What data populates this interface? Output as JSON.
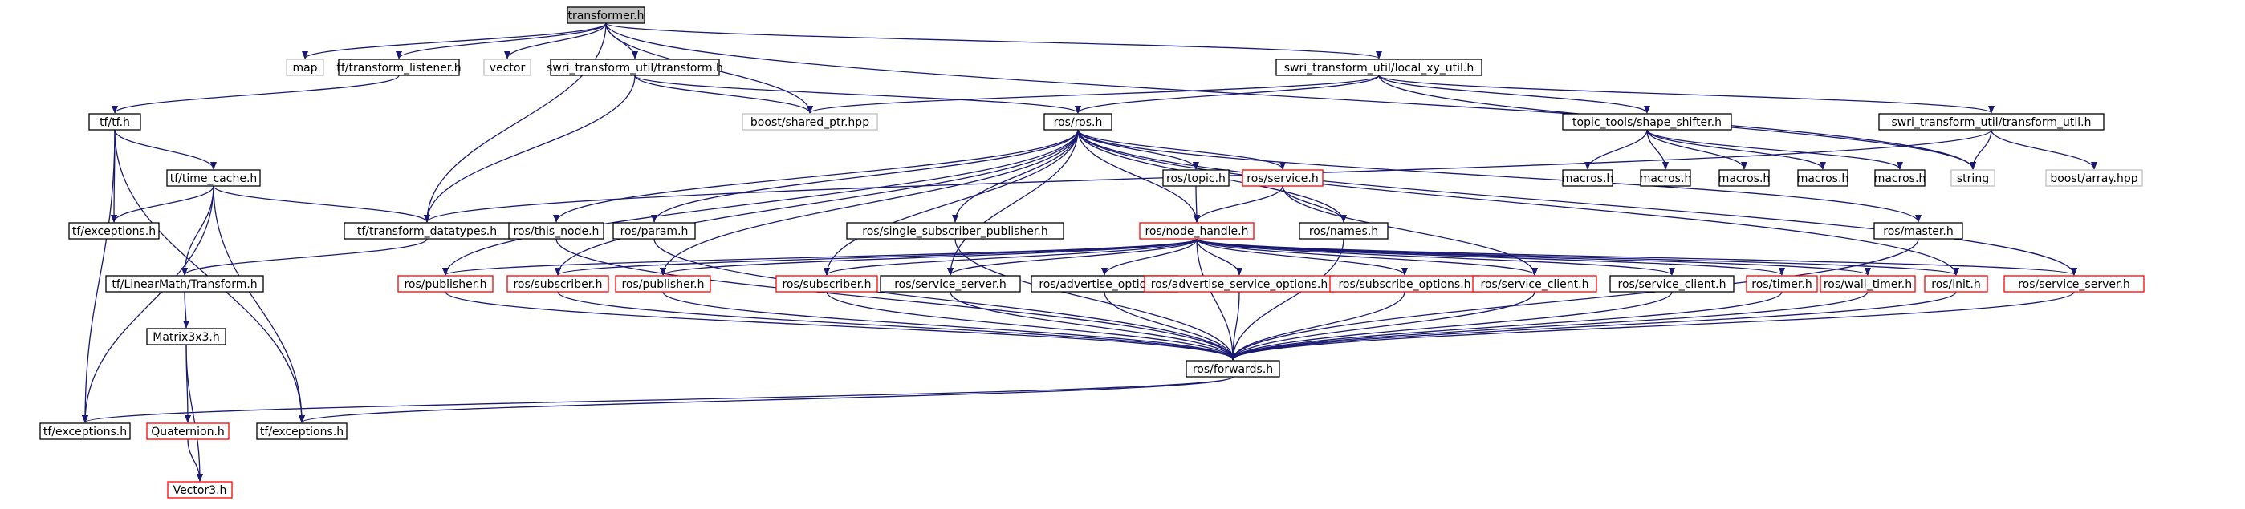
{
  "colors": {
    "edge": "#191970",
    "root_fill": "#bfbfbf",
    "root_border": "#000000",
    "normal_border": "#000000",
    "red_border": "#ff0000",
    "grey_border": "#bfbfbf",
    "grey_text": "#808080"
  },
  "nodes": [
    {
      "id": "transformer",
      "label": "transformer.h",
      "style": "root"
    },
    {
      "id": "map",
      "label": "map",
      "style": "grey"
    },
    {
      "id": "tf_listener",
      "label": "tf/transform_listener.h",
      "style": "normal"
    },
    {
      "id": "vector",
      "label": "vector",
      "style": "grey"
    },
    {
      "id": "swri_transform",
      "label": "swri_transform_util/transform.h",
      "style": "normal"
    },
    {
      "id": "swri_local_xy",
      "label": "swri_transform_util/local_xy_util.h",
      "style": "normal"
    },
    {
      "id": "tf_tf",
      "label": "tf/tf.h",
      "style": "normal"
    },
    {
      "id": "boost_shared",
      "label": "boost/shared_ptr.hpp",
      "style": "grey"
    },
    {
      "id": "ros_ros",
      "label": "ros/ros.h",
      "style": "normal"
    },
    {
      "id": "shape_shifter",
      "label": "topic_tools/shape_shifter.h",
      "style": "normal"
    },
    {
      "id": "swri_transform_util",
      "label": "swri_transform_util/transform_util.h",
      "style": "normal"
    },
    {
      "id": "tf_time_cache",
      "label": "tf/time_cache.h",
      "style": "normal"
    },
    {
      "id": "ros_topic",
      "label": "ros/topic.h",
      "style": "normal"
    },
    {
      "id": "ros_service",
      "label": "ros/service.h",
      "style": "red"
    },
    {
      "id": "macros1",
      "label": "macros.h",
      "style": "normal"
    },
    {
      "id": "macros2",
      "label": "macros.h",
      "style": "normal"
    },
    {
      "id": "macros3",
      "label": "macros.h",
      "style": "normal"
    },
    {
      "id": "macros4",
      "label": "macros.h",
      "style": "normal"
    },
    {
      "id": "macros5",
      "label": "macros.h",
      "style": "normal"
    },
    {
      "id": "string",
      "label": "string",
      "style": "grey"
    },
    {
      "id": "boost_array",
      "label": "boost/array.hpp",
      "style": "grey"
    },
    {
      "id": "tf_exceptions_a",
      "label": "tf/exceptions.h",
      "style": "normal"
    },
    {
      "id": "tf_transform_datatypes",
      "label": "tf/transform_datatypes.h",
      "style": "normal"
    },
    {
      "id": "ros_this_node",
      "label": "ros/this_node.h",
      "style": "normal"
    },
    {
      "id": "ros_param",
      "label": "ros/param.h",
      "style": "normal"
    },
    {
      "id": "ros_single_sub_pub",
      "label": "ros/single_subscriber_publisher.h",
      "style": "normal"
    },
    {
      "id": "ros_node_handle",
      "label": "ros/node_handle.h",
      "style": "red"
    },
    {
      "id": "ros_names",
      "label": "ros/names.h",
      "style": "normal"
    },
    {
      "id": "ros_master",
      "label": "ros/master.h",
      "style": "normal"
    },
    {
      "id": "tf_linearmath",
      "label": "tf/LinearMath/Transform.h",
      "style": "normal"
    },
    {
      "id": "ros_publisher_a",
      "label": "ros/publisher.h",
      "style": "red"
    },
    {
      "id": "ros_subscriber_a",
      "label": "ros/subscriber.h",
      "style": "red"
    },
    {
      "id": "ros_publisher_b",
      "label": "ros/publisher.h",
      "style": "red"
    },
    {
      "id": "ros_subscriber_b",
      "label": "ros/subscriber.h",
      "style": "red"
    },
    {
      "id": "ros_service_server_a",
      "label": "ros/service_server.h",
      "style": "normal"
    },
    {
      "id": "ros_advertise_options",
      "label": "ros/advertise_options.h",
      "style": "normal"
    },
    {
      "id": "ros_adv_service_options",
      "label": "ros/advertise_service_options.h",
      "style": "red"
    },
    {
      "id": "ros_subscribe_options",
      "label": "ros/subscribe_options.h",
      "style": "red"
    },
    {
      "id": "ros_service_client_a",
      "label": "ros/service_client.h",
      "style": "red"
    },
    {
      "id": "ros_service_client_b",
      "label": "ros/service_client.h",
      "style": "normal"
    },
    {
      "id": "ros_timer",
      "label": "ros/timer.h",
      "style": "red"
    },
    {
      "id": "ros_wall_timer",
      "label": "ros/wall_timer.h",
      "style": "red"
    },
    {
      "id": "ros_init",
      "label": "ros/init.h",
      "style": "red"
    },
    {
      "id": "ros_service_server_b",
      "label": "ros/service_server.h",
      "style": "red"
    },
    {
      "id": "matrix3x3",
      "label": "Matrix3x3.h",
      "style": "normal"
    },
    {
      "id": "ros_forwards",
      "label": "ros/forwards.h",
      "style": "normal"
    },
    {
      "id": "tf_exceptions_b",
      "label": "tf/exceptions.h",
      "style": "normal"
    },
    {
      "id": "quaternion",
      "label": "Quaternion.h",
      "style": "red"
    },
    {
      "id": "tf_exceptions_c",
      "label": "tf/exceptions.h",
      "style": "normal"
    },
    {
      "id": "vector3",
      "label": "Vector3.h",
      "style": "red"
    }
  ],
  "edges": [
    [
      "transformer",
      "map"
    ],
    [
      "transformer",
      "tf_listener"
    ],
    [
      "transformer",
      "vector"
    ],
    [
      "transformer",
      "swri_transform"
    ],
    [
      "transformer",
      "swri_local_xy"
    ],
    [
      "transformer",
      "boost_shared"
    ],
    [
      "transformer",
      "tf_transform_datatypes"
    ],
    [
      "transformer",
      "string"
    ],
    [
      "tf_listener",
      "tf_tf"
    ],
    [
      "swri_transform",
      "boost_shared"
    ],
    [
      "swri_transform",
      "ros_ros"
    ],
    [
      "swri_transform",
      "tf_transform_datatypes"
    ],
    [
      "swri_local_xy",
      "boost_shared"
    ],
    [
      "swri_local_xy",
      "ros_ros"
    ],
    [
      "swri_local_xy",
      "shape_shifter"
    ],
    [
      "swri_local_xy",
      "swri_transform_util"
    ],
    [
      "swri_local_xy",
      "string"
    ],
    [
      "tf_tf",
      "tf_time_cache"
    ],
    [
      "tf_tf",
      "tf_exceptions_a"
    ],
    [
      "tf_tf",
      "tf_exceptions_b"
    ],
    [
      "tf_tf",
      "tf_exceptions_c"
    ],
    [
      "tf_time_cache",
      "tf_exceptions_a"
    ],
    [
      "tf_time_cache",
      "tf_transform_datatypes"
    ],
    [
      "tf_time_cache",
      "tf_linearmath"
    ],
    [
      "tf_time_cache",
      "tf_exceptions_b"
    ],
    [
      "tf_time_cache",
      "tf_exceptions_c"
    ],
    [
      "shape_shifter",
      "macros1"
    ],
    [
      "shape_shifter",
      "macros2"
    ],
    [
      "shape_shifter",
      "macros3"
    ],
    [
      "shape_shifter",
      "macros4"
    ],
    [
      "shape_shifter",
      "macros5"
    ],
    [
      "swri_transform_util",
      "string"
    ],
    [
      "swri_transform_util",
      "boost_array"
    ],
    [
      "swri_transform_util",
      "tf_transform_datatypes"
    ],
    [
      "ros_ros",
      "ros_topic"
    ],
    [
      "ros_ros",
      "ros_service"
    ],
    [
      "ros_ros",
      "ros_this_node"
    ],
    [
      "ros_ros",
      "ros_param"
    ],
    [
      "ros_ros",
      "ros_single_sub_pub"
    ],
    [
      "ros_ros",
      "ros_node_handle"
    ],
    [
      "ros_ros",
      "ros_names"
    ],
    [
      "ros_ros",
      "ros_master"
    ],
    [
      "ros_ros",
      "ros_publisher_a"
    ],
    [
      "ros_ros",
      "ros_subscriber_a"
    ],
    [
      "ros_ros",
      "ros_publisher_b"
    ],
    [
      "ros_ros",
      "ros_subscriber_b"
    ],
    [
      "ros_ros",
      "ros_service_server_a"
    ],
    [
      "ros_ros",
      "ros_init"
    ],
    [
      "ros_ros",
      "ros_service_server_b"
    ],
    [
      "ros_topic",
      "ros_node_handle"
    ],
    [
      "ros_service",
      "ros_node_handle"
    ],
    [
      "ros_service",
      "ros_names"
    ],
    [
      "ros_service",
      "ros_service_client_a"
    ],
    [
      "tf_transform_datatypes",
      "tf_linearmath"
    ],
    [
      "ros_this_node",
      "ros_forwards"
    ],
    [
      "ros_param",
      "ros_forwards"
    ],
    [
      "ros_single_sub_pub",
      "ros_forwards"
    ],
    [
      "ros_names",
      "ros_forwards"
    ],
    [
      "ros_master",
      "ros_forwards"
    ],
    [
      "ros_node_handle",
      "ros_forwards"
    ],
    [
      "ros_node_handle",
      "ros_publisher_a"
    ],
    [
      "ros_node_handle",
      "ros_subscriber_a"
    ],
    [
      "ros_node_handle",
      "ros_publisher_b"
    ],
    [
      "ros_node_handle",
      "ros_subscriber_b"
    ],
    [
      "ros_node_handle",
      "ros_service_server_a"
    ],
    [
      "ros_node_handle",
      "ros_advertise_options"
    ],
    [
      "ros_node_handle",
      "ros_adv_service_options"
    ],
    [
      "ros_node_handle",
      "ros_subscribe_options"
    ],
    [
      "ros_node_handle",
      "ros_service_client_a"
    ],
    [
      "ros_node_handle",
      "ros_service_client_b"
    ],
    [
      "ros_node_handle",
      "ros_timer"
    ],
    [
      "ros_node_handle",
      "ros_wall_timer"
    ],
    [
      "ros_node_handle",
      "ros_init"
    ],
    [
      "ros_node_handle",
      "ros_service_server_b"
    ],
    [
      "tf_linearmath",
      "matrix3x3"
    ],
    [
      "ros_publisher_a",
      "ros_forwards"
    ],
    [
      "ros_subscriber_a",
      "ros_forwards"
    ],
    [
      "ros_publisher_b",
      "ros_forwards"
    ],
    [
      "ros_subscriber_b",
      "ros_forwards"
    ],
    [
      "ros_service_server_a",
      "ros_forwards"
    ],
    [
      "ros_advertise_options",
      "ros_forwards"
    ],
    [
      "ros_adv_service_options",
      "ros_forwards"
    ],
    [
      "ros_subscribe_options",
      "ros_forwards"
    ],
    [
      "ros_service_client_a",
      "ros_forwards"
    ],
    [
      "ros_service_client_b",
      "ros_forwards"
    ],
    [
      "ros_timer",
      "ros_forwards"
    ],
    [
      "ros_wall_timer",
      "ros_forwards"
    ],
    [
      "ros_init",
      "ros_forwards"
    ],
    [
      "ros_service_server_b",
      "ros_forwards"
    ],
    [
      "matrix3x3",
      "quaternion"
    ],
    [
      "matrix3x3",
      "vector3"
    ],
    [
      "quaternion",
      "vector3"
    ],
    [
      "ros_forwards",
      "tf_exceptions_b"
    ],
    [
      "ros_forwards",
      "tf_exceptions_c"
    ]
  ]
}
